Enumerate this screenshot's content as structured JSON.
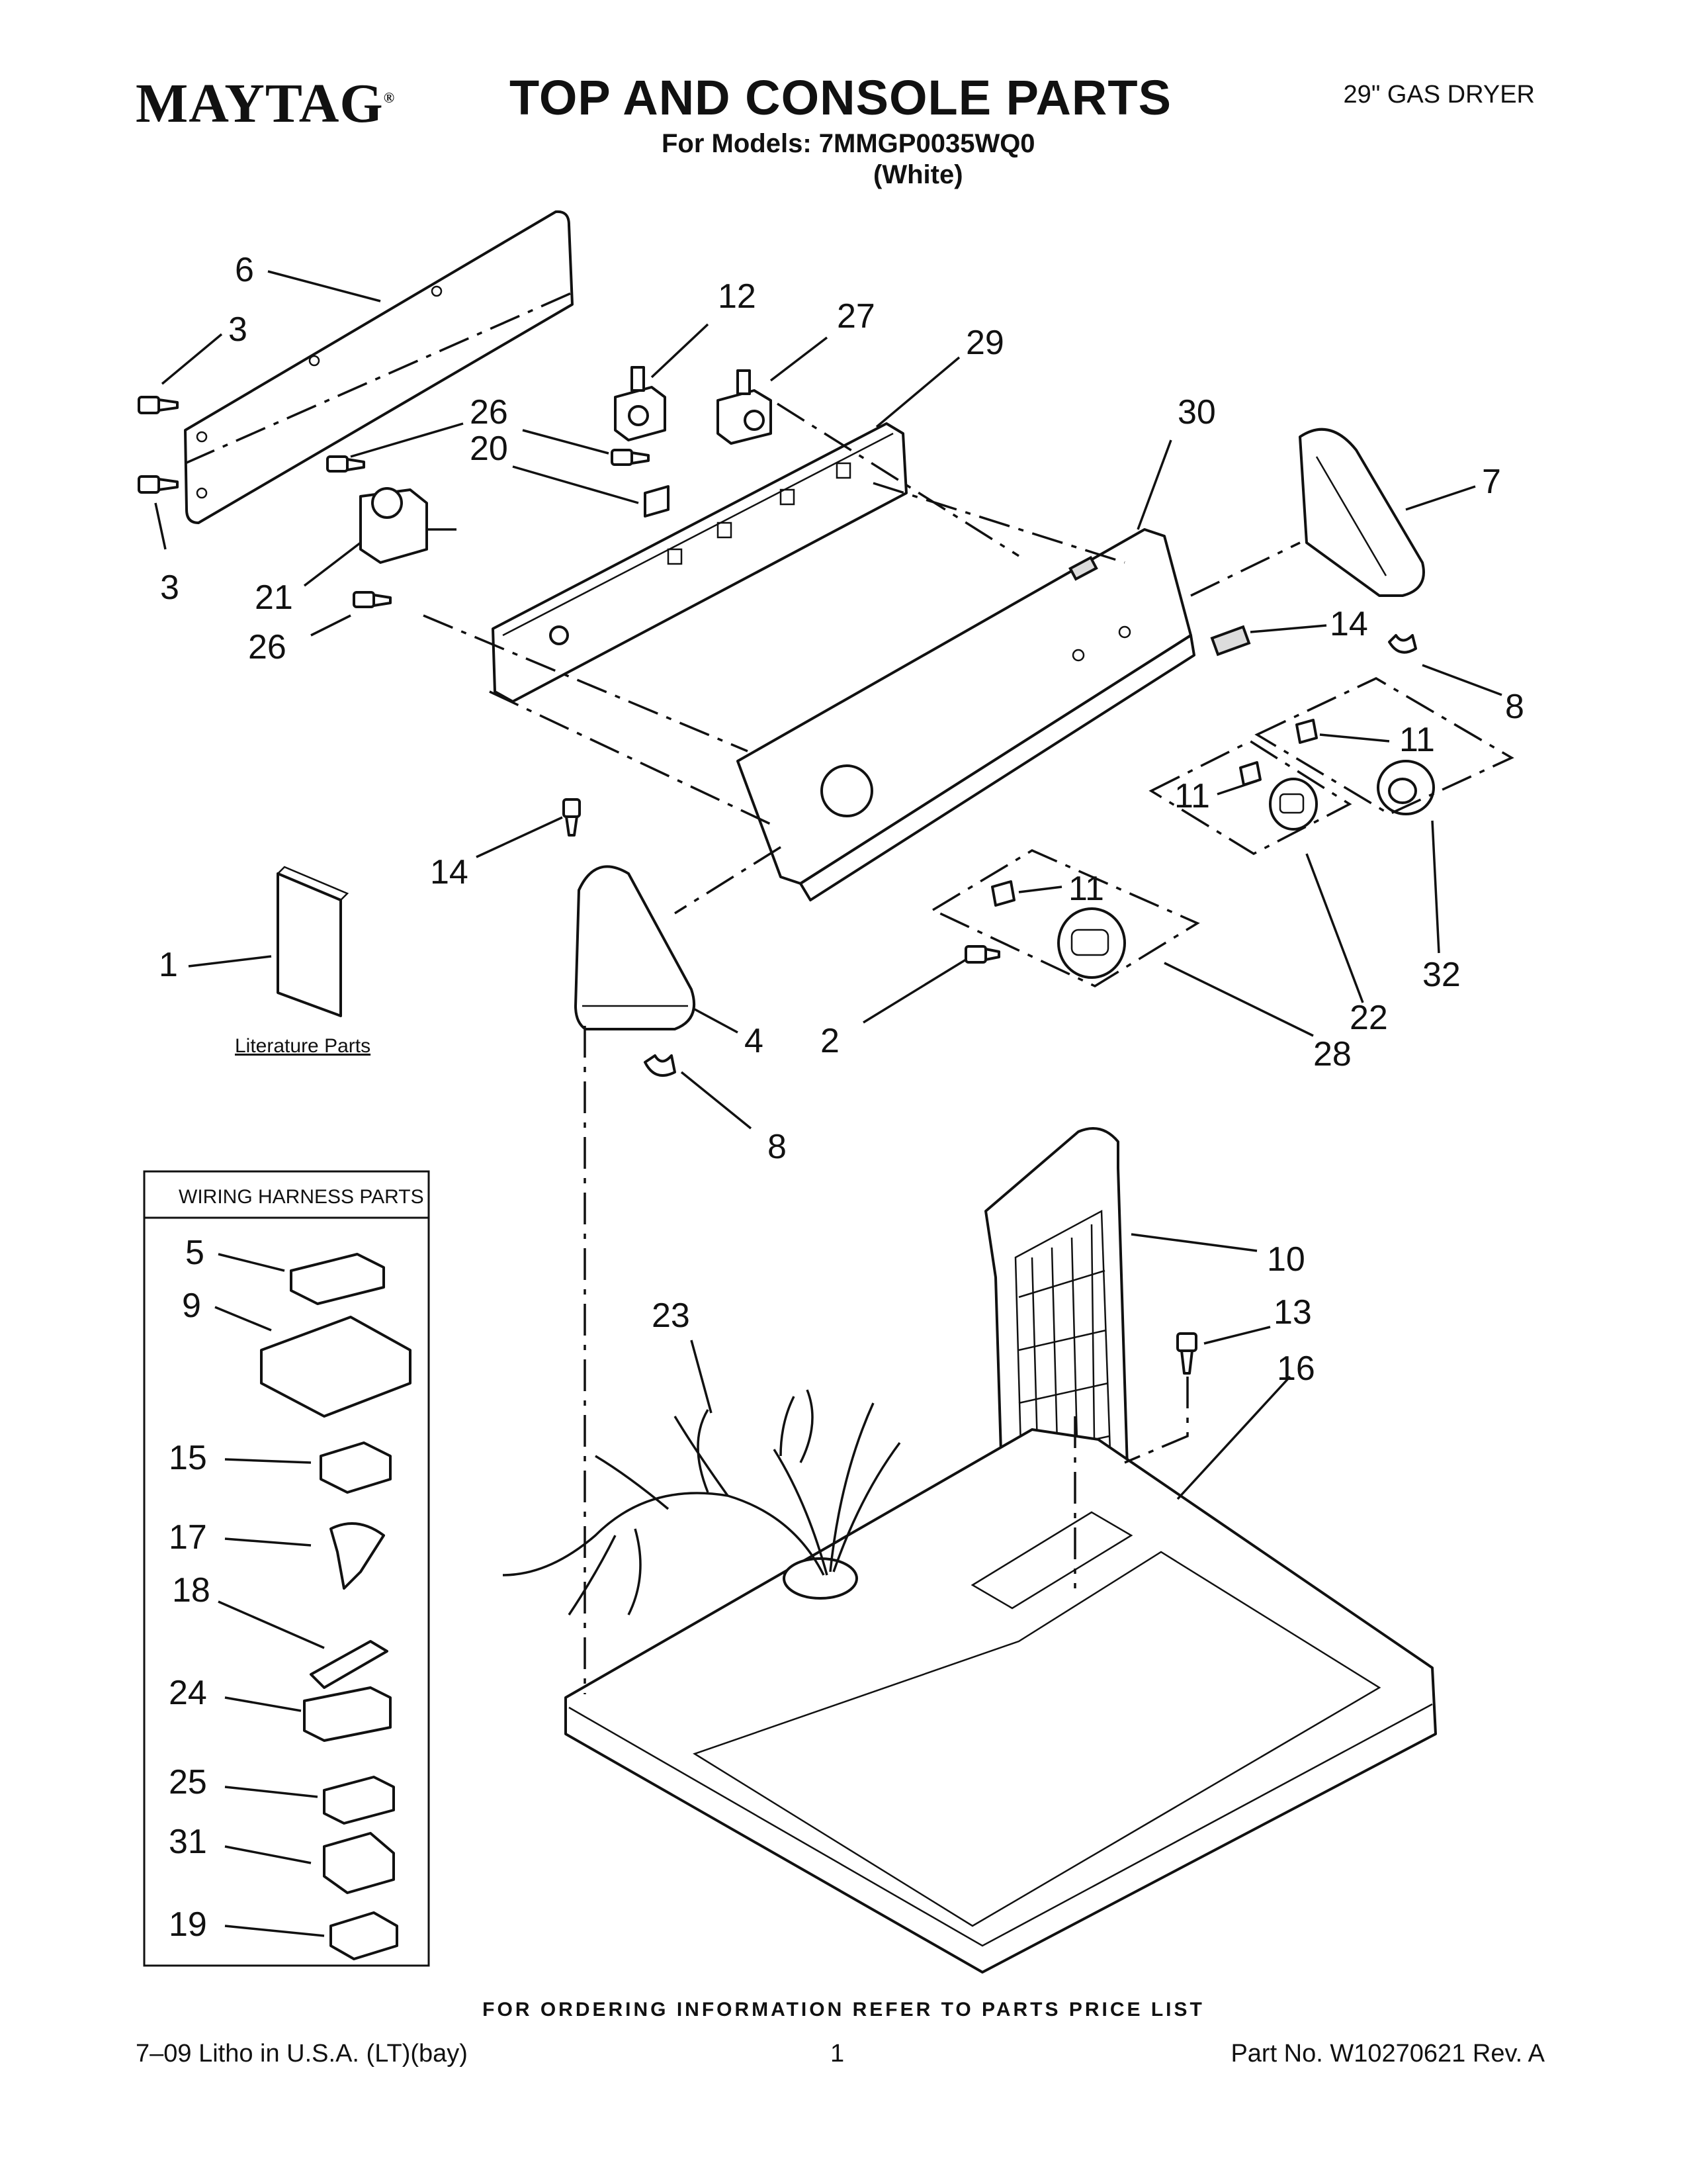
{
  "header": {
    "brand": "MAYTAG",
    "brand_mark": "®",
    "title": "TOP AND CONSOLE PARTS",
    "models_line": "For Models: 7MMGP0035WQ0",
    "variant": "(White)",
    "product_type": "29\" GAS DRYER"
  },
  "callouts": {
    "c1": "1",
    "c2": "2",
    "c3a": "3",
    "c3b": "3",
    "c4": "4",
    "c6": "6",
    "c7": "7",
    "c8a": "8",
    "c8b": "8",
    "c10": "10",
    "c11a": "11",
    "c11b": "11",
    "c11c": "11",
    "c12": "12",
    "c13": "13",
    "c14a": "14",
    "c14b": "14",
    "c16": "16",
    "c20": "20",
    "c21": "21",
    "c22": "22",
    "c23": "23",
    "c26a": "26",
    "c26b": "26",
    "c27": "27",
    "c28": "28",
    "c29": "29",
    "c30": "30",
    "c32": "32"
  },
  "literature_label": "Literature Parts",
  "wiring_box": {
    "title": "WIRING HARNESS PARTS",
    "items": [
      "5",
      "9",
      "15",
      "17",
      "18",
      "24",
      "25",
      "31",
      "19"
    ]
  },
  "footer": {
    "note": "FOR ORDERING INFORMATION REFER TO PARTS PRICE LIST",
    "litho": "7–09 Litho in U.S.A. (LT)(bay)",
    "page": "1",
    "part_no": "Part No. W10270621 Rev. A"
  }
}
